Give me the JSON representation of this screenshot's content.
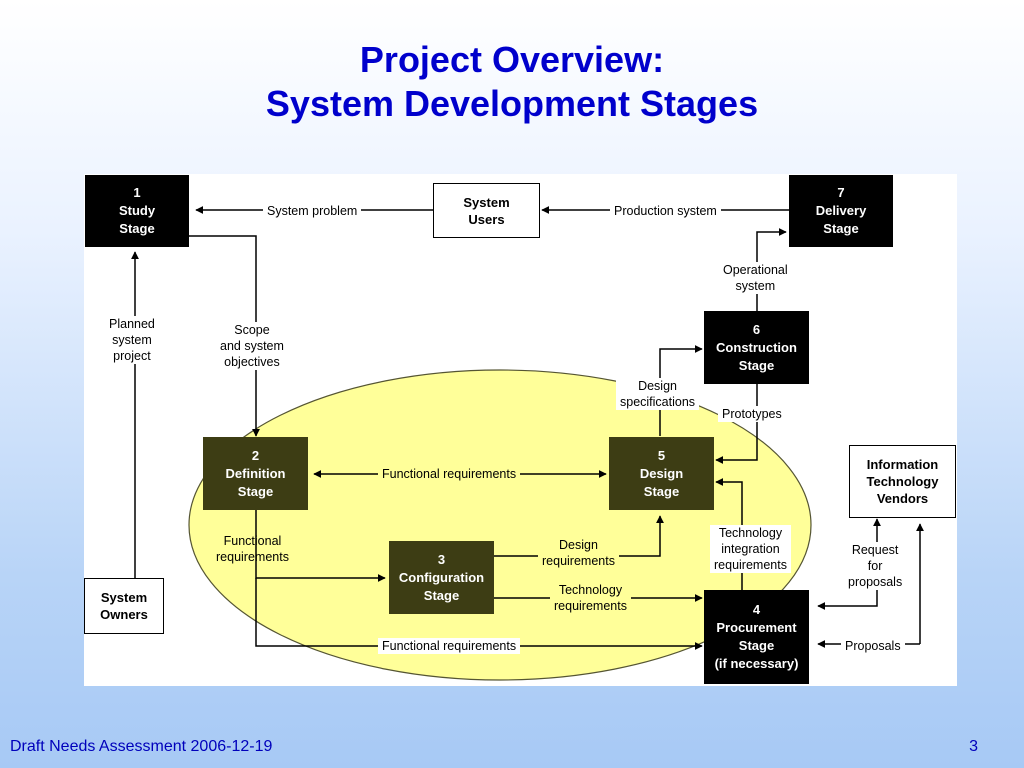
{
  "title": {
    "line1": "Project Overview:",
    "line2": "System Development Stages"
  },
  "stages": {
    "study": {
      "num": "1",
      "line1": "Study",
      "line2": "Stage"
    },
    "definition": {
      "num": "2",
      "line1": "Definition",
      "line2": "Stage"
    },
    "configuration": {
      "num": "3",
      "line1": "Configuration",
      "line2": "Stage"
    },
    "procurement": {
      "num": "4",
      "line1": "Procurement",
      "line2": "Stage",
      "line3": "(if necessary)"
    },
    "design": {
      "num": "5",
      "line1": "Design",
      "line2": "Stage"
    },
    "construction": {
      "num": "6",
      "line1": "Construction",
      "line2": "Stage"
    },
    "delivery": {
      "num": "7",
      "line1": "Delivery",
      "line2": "Stage"
    }
  },
  "externals": {
    "users": {
      "line1": "System",
      "line2": "Users"
    },
    "owners": {
      "line1": "System",
      "line2": "Owners"
    },
    "vendors": {
      "line1": "Information",
      "line2": "Technology",
      "line3": "Vendors"
    }
  },
  "labels": {
    "system_problem": "System problem",
    "production_system": "Production system",
    "planned": {
      "line1": "Planned",
      "line2": "system",
      "line3": "project"
    },
    "scope": {
      "line1": "Scope",
      "line2": "and system",
      "line3": "objectives"
    },
    "operational": {
      "line1": "Operational",
      "line2": "system"
    },
    "design_specs": {
      "line1": "Design",
      "line2": "specifications"
    },
    "prototypes": "Prototypes",
    "func_req_top": "Functional requirements",
    "func_req_left": {
      "line1": "Functional",
      "line2": "requirements"
    },
    "design_req": {
      "line1": "Design",
      "line2": "requirements"
    },
    "tech_req": {
      "line1": "Technology",
      "line2": "requirements"
    },
    "tech_integration": {
      "line1": "Technology",
      "line2": "integration",
      "line3": "requirements"
    },
    "request_proposals": {
      "line1": "Request",
      "line2": "for",
      "line3": "proposals"
    },
    "func_req_bottom": "Functional requirements",
    "proposals": "Proposals"
  },
  "colors": {
    "title": "#0000cc",
    "stage_fill": "#000000",
    "stage_fill_highlighted": "#3d3d14",
    "ellipse_fill": "#ffff99"
  },
  "footer": {
    "text": "Draft Needs Assessment 2006-12-19",
    "page": "3"
  }
}
